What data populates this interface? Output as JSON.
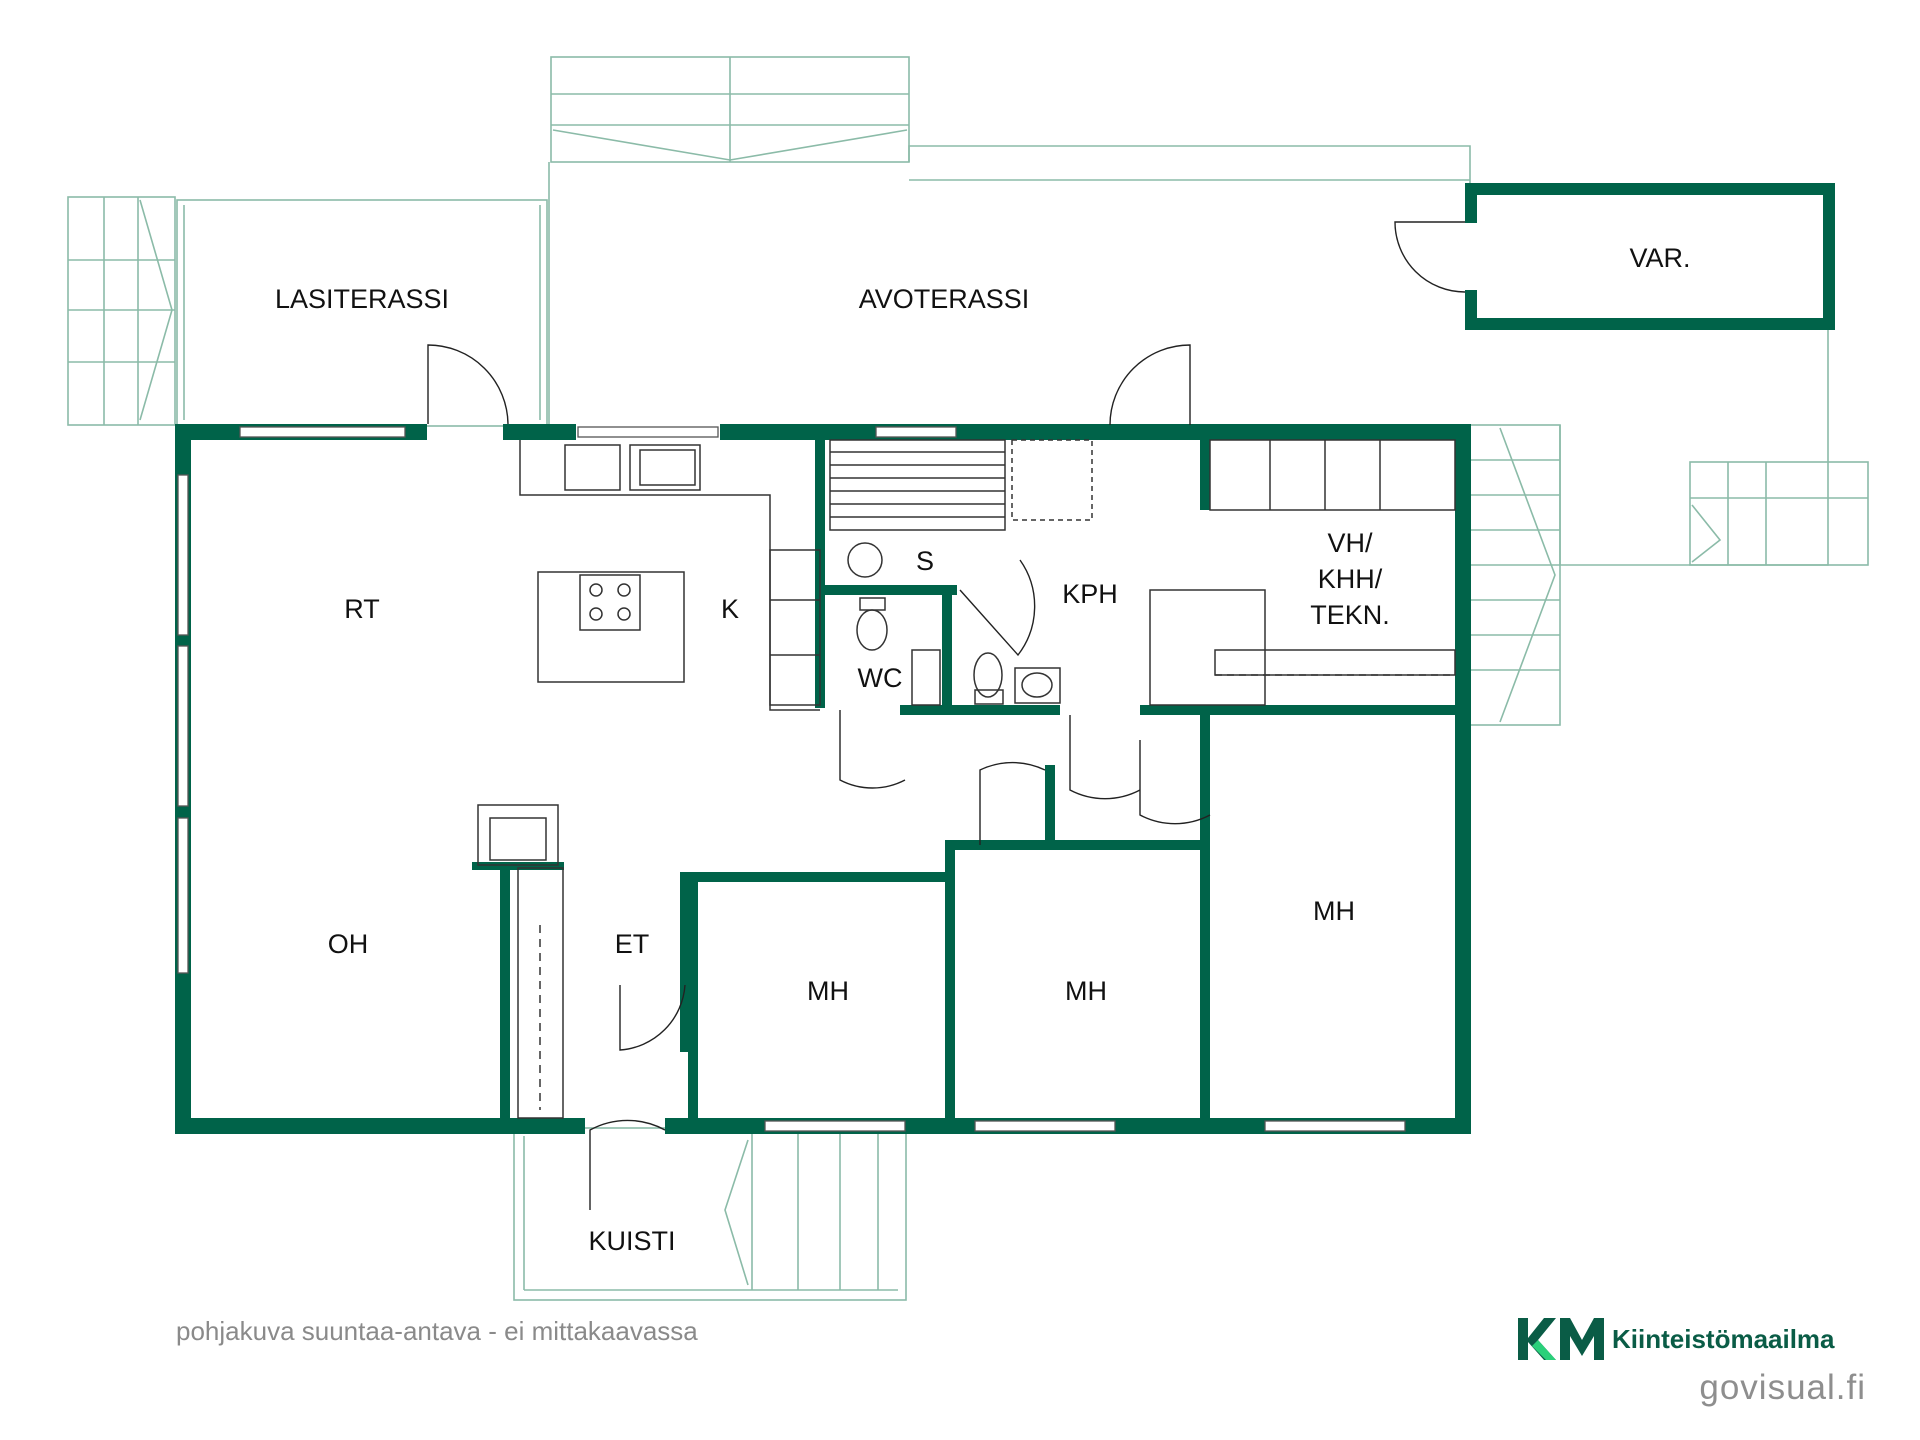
{
  "rooms": {
    "lasiterassi": "LASITERASSI",
    "avoterassi": "AVOTERASSI",
    "var": "VAR.",
    "rt": "RT",
    "k": "K",
    "s": "S",
    "kph": "KPH",
    "vh_line1": "VH/",
    "vh_line2": "KHH/",
    "vh_line3": "TEKN.",
    "wc": "WC",
    "oh": "OH",
    "et": "ET",
    "mh_1": "MH",
    "mh_2": "MH",
    "mh_3": "MH",
    "kuisti": "KUISTI"
  },
  "footer": {
    "note": "pohjakuva suuntaa-antava - ei mittakaavassa"
  },
  "branding": {
    "logo_letters": "KM",
    "company": "Kiinteistömaailma",
    "producer": "govisual.fi"
  },
  "colors": {
    "wall": "#006349",
    "terrace_lines": "#8bbba8",
    "logo_green": "#0a5c46",
    "logo_accent": "#2ad07a",
    "note_text": "#8a8a8a"
  }
}
